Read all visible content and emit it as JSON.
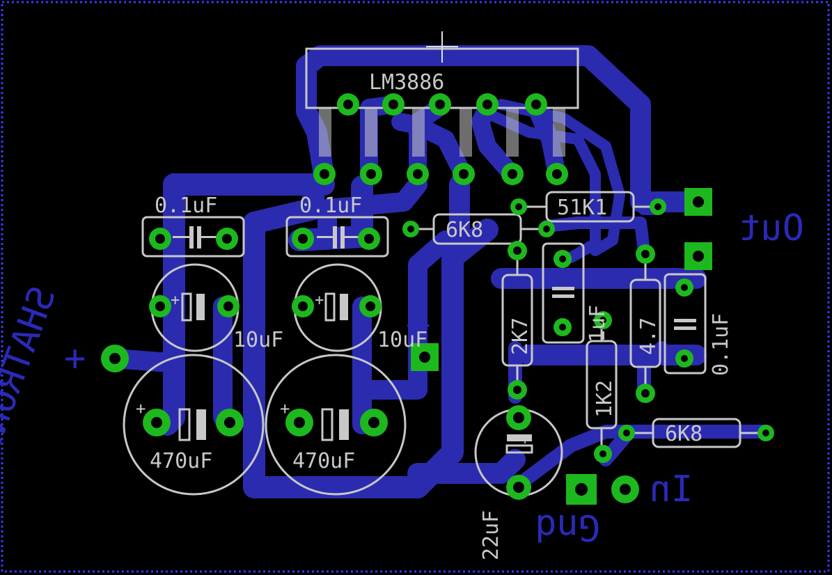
{
  "board": {
    "brand": "SHATRONICS",
    "ic_label": "LM3886",
    "labels": {
      "out": "Out",
      "in": "In",
      "gnd": "Gnd",
      "plus": "+",
      "minus": "—"
    },
    "components": {
      "c_0_1uF_left": "0.1uF",
      "c_0_1uF_mid": "0.1uF",
      "c_10uF_left": "10uF",
      "c_10uF_mid": "10uF",
      "c_470uF_left": "470uF",
      "c_470uF_mid": "470uF",
      "c_22uF": "22uF",
      "c_1uF": "1uF",
      "c_0_1uF_right": "0.1uF",
      "r_6K8_top": "6K8",
      "r_51K1": "51K1",
      "r_2K7": "2K7",
      "r_1K2": "1K2",
      "r_4_7": "4.7",
      "r_6K8_bottom": "6K8"
    }
  },
  "colors": {
    "background": "#000000",
    "copper_trace": "#2b2bb0",
    "pad": "#1db81d",
    "silkscreen": "#c8c8c8",
    "board_label": "#2a2ab8",
    "border": "#3a3aff"
  }
}
